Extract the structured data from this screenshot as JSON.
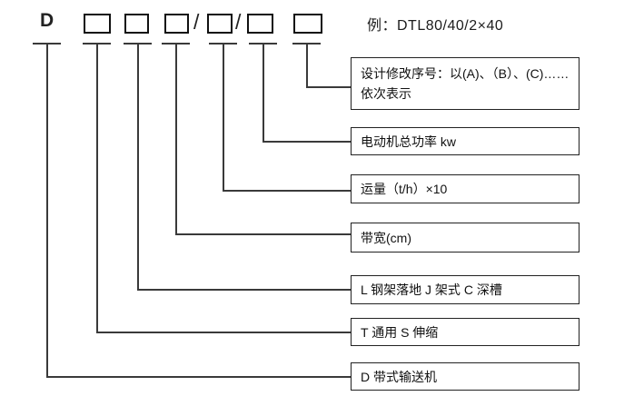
{
  "code_row": {
    "prefix": "D",
    "separator": "/",
    "example": "例：DTL80/40/2×40"
  },
  "labels": {
    "modification": {
      "line1": "设计修改序号：以(A)、（B）、(C)……",
      "line2": "依次表示"
    },
    "motor_power": "电动机总功率 kw",
    "capacity": "运量（t/h）×10",
    "belt_width": "带宽(cm)",
    "frame_type": "L 钢架落地 J 架式 C 深槽",
    "machine_type": "T 通用 S 伸缩",
    "conveyor": "D 带式输送机"
  }
}
